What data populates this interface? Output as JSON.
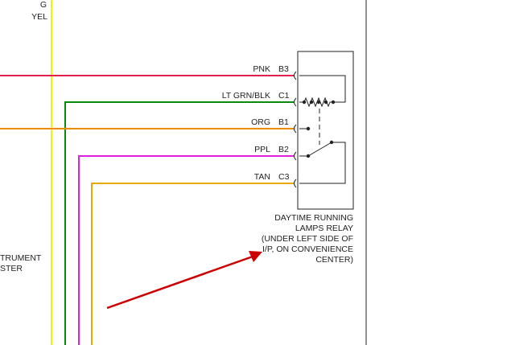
{
  "wire_labels_top": {
    "g": "G",
    "yel": "YEL"
  },
  "pins": [
    {
      "wire_label": "PNK",
      "pin": "B3",
      "color": "#e0204d"
    },
    {
      "wire_label": "LT GRN/BLK",
      "pin": "C1",
      "color": "#0a8a0a"
    },
    {
      "wire_label": "ORG",
      "pin": "B1",
      "color": "#ee8a00"
    },
    {
      "wire_label": "PPL",
      "pin": "B2",
      "color": "#e020e0"
    },
    {
      "wire_label": "TAN",
      "pin": "C3",
      "color": "#e8a800"
    }
  ],
  "vertical_wire_color": "#f4f400",
  "relay": {
    "caption_lines": [
      "DAYTIME RUNNING",
      "LAMPS RELAY",
      "(UNDER LEFT SIDE OF",
      "I/P, ON CONVENIENCE",
      "CENTER)"
    ]
  },
  "left_partial_text": [
    "TRUMENT",
    "STER"
  ],
  "arrow_color": "#cc0000"
}
